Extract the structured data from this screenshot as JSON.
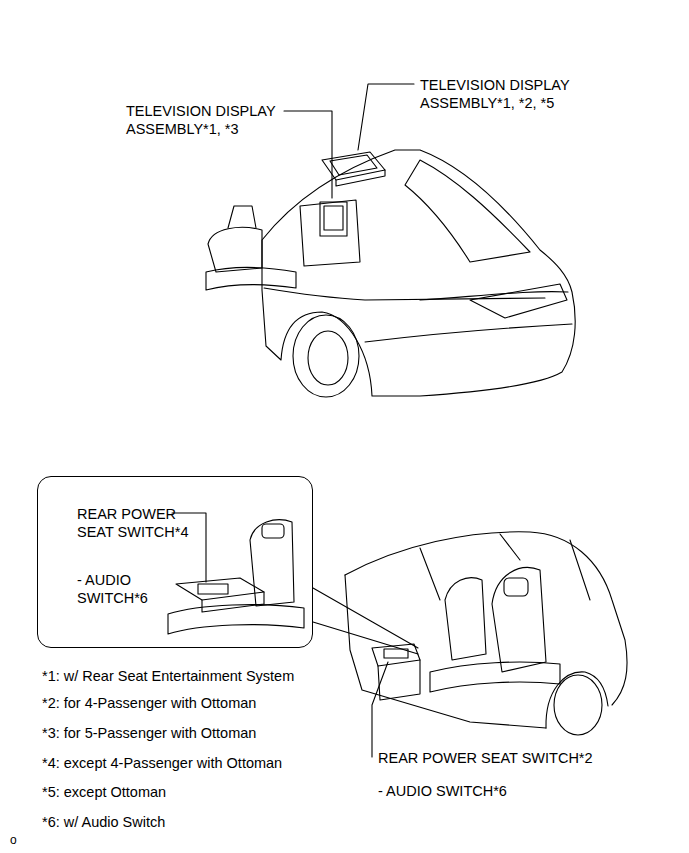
{
  "diagram": {
    "nodes": [
      {
        "text": [
          "REAR POWER SEAT SWITCH*4",
          "- AUDIO SWITCH*6"
        ]
      }
    ],
    "labels": [
      "TELEVISION DISPLAY ASSEMBLY*1, *3",
      "TELEVISION DISPLAY ASSEMBLY*1, *2, *5",
      "*1: w/ Rear Seat Entertainment System",
      "*2: for 4-Passenger with Ottoman",
      "*3: for 5-Passenger with Ottoman",
      "*4: except 4-Passenger with Ottoman",
      "*5: except Ottoman",
      "*6: w/ Audio Switch",
      "REAR POWER SEAT SWITCH*2",
      "- AUDIO SWITCH*6",
      "o"
    ]
  }
}
